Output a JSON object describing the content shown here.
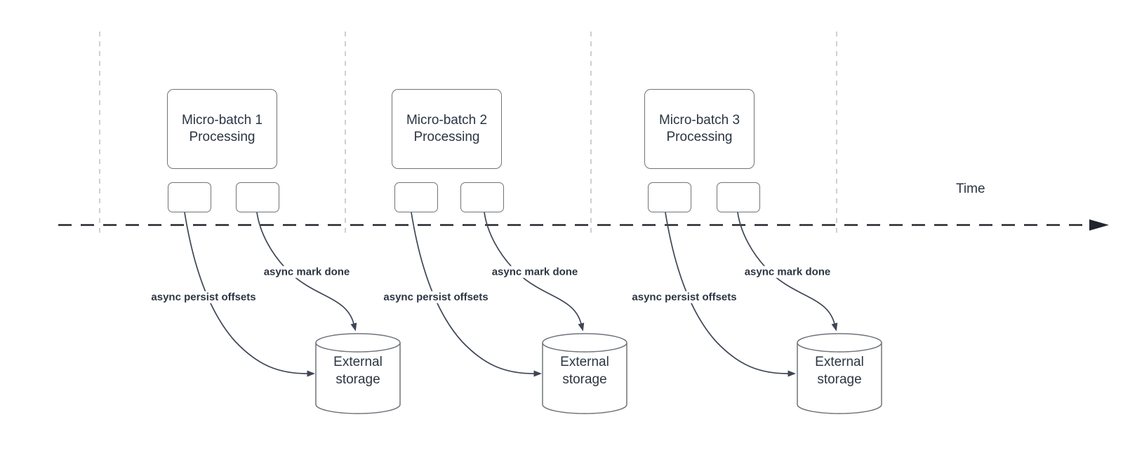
{
  "palette": {
    "ink": "#2c3542",
    "edge": "#6f737a",
    "guide": "#b8bbbe",
    "axis": "#22262c",
    "arrow": "#3d4654",
    "bg": "#ffffff"
  },
  "diagram": {
    "time_axis_label": "Time",
    "batches": [
      {
        "title_line1": "Micro-batch 1",
        "title_line2": "Processing",
        "persist_label": "async persist offsets",
        "mark_label": "async mark done",
        "storage_line1": "External",
        "storage_line2": "storage"
      },
      {
        "title_line1": "Micro-batch 2",
        "title_line2": "Processing",
        "persist_label": "async persist offsets",
        "mark_label": "async mark done",
        "storage_line1": "External",
        "storage_line2": "storage"
      },
      {
        "title_line1": "Micro-batch 3",
        "title_line2": "Processing",
        "persist_label": "async persist offsets",
        "mark_label": "async mark done",
        "storage_line1": "External",
        "storage_line2": "storage"
      }
    ]
  }
}
